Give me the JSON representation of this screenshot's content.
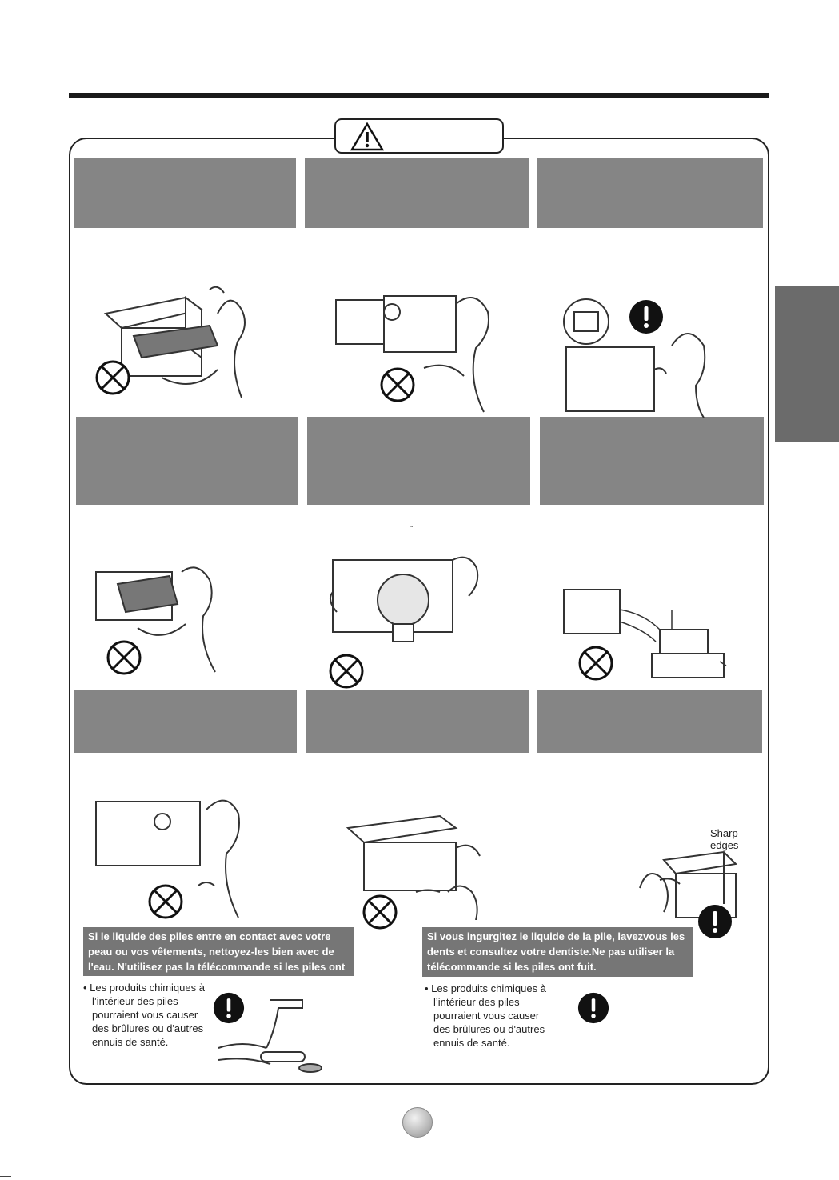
{
  "labels": {
    "sharp_edges_line1": "Sharp",
    "sharp_edges_line2": "edges",
    "caret": "ˆ"
  },
  "notices": {
    "left_box": "Si le liquide des piles entre en contact avec votre peau ou vos vêtements, nettoyez-les bien avec de l'eau. N'utilisez pas la télécommande si les piles ont subi des fuites.",
    "right_box": "Si vous ingurgitez le liquide de la pile, lavezvous les dents et consultez votre dentiste.Ne pas utiliser la télécommande si les piles ont fuit.",
    "left_bullet": [
      "• Les produits chimiques à",
      "l’intérieur des piles",
      "pourraient vous causer",
      "des brûlures ou d'autres",
      "ennuis de santé."
    ],
    "right_bullet": [
      "• Les produits chimiques à",
      "l’intérieur des piles",
      "pourraient vous causer",
      "des brûlures ou d'autres",
      "ennuis de santé."
    ]
  },
  "icons": {
    "warning": "warning-triangle-icon",
    "prohibited": "prohibited-circle-x-icon",
    "mandatory": "exclamation-circle-icon"
  },
  "colors": {
    "panel_gray": "#858585",
    "notice_gray": "#767676",
    "side_tab": "#6b6b6b"
  }
}
